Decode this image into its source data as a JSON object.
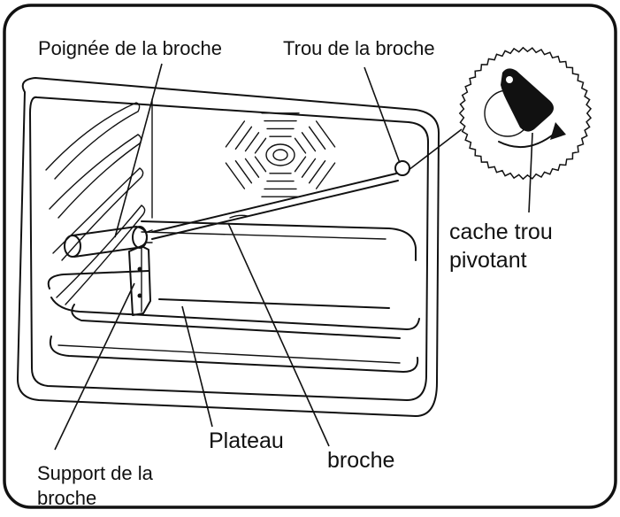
{
  "labels": {
    "spit_handle": "Poignée de la broche",
    "spit_hole": "Trou de la broche",
    "hole_cover_line1": "cache trou",
    "hole_cover_line2": "pivotant",
    "tray": "Plateau",
    "spit": "broche",
    "spit_support_line1": "Support de la",
    "spit_support_line2": "broche"
  }
}
